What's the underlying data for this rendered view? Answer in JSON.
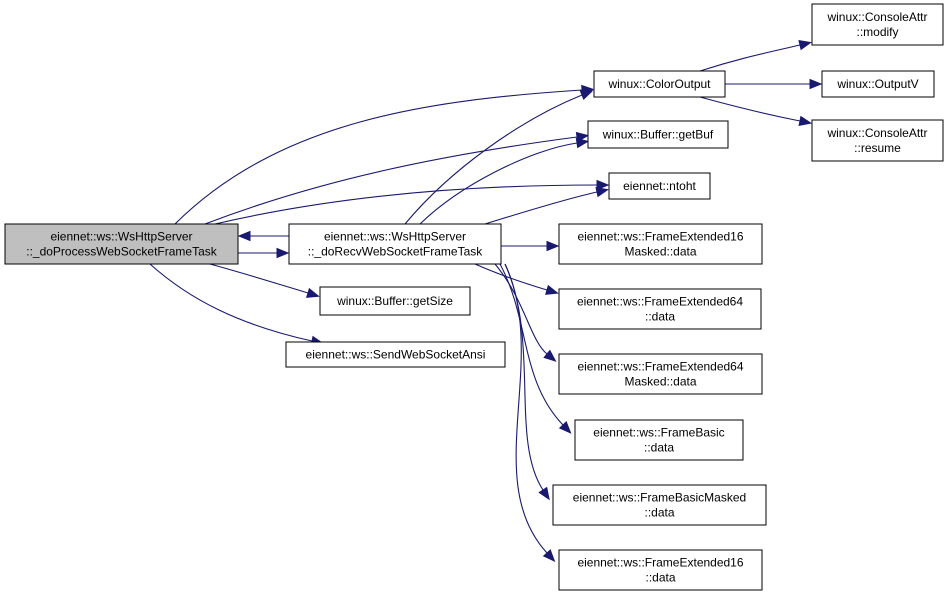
{
  "graph": {
    "node_names": {
      "process_task": [
        "eiennet::ws::WsHttpServer",
        "::_doProcessWebSocketFrameTask"
      ],
      "recv_task": [
        "eiennet::ws::WsHttpServer",
        "::_doRecvWebSocketFrameTask"
      ],
      "color_output": [
        "winux::ColorOutput"
      ],
      "get_buf": [
        "winux::Buffer::getBuf"
      ],
      "ntoht": [
        "eiennet::ntoht"
      ],
      "get_size": [
        "winux::Buffer::getSize"
      ],
      "send_ansi": [
        "eiennet::ws::SendWebSocketAnsi"
      ],
      "console_modify": [
        "winux::ConsoleAttr",
        "::modify"
      ],
      "output_v": [
        "winux::OutputV"
      ],
      "console_resume": [
        "winux::ConsoleAttr",
        "::resume"
      ],
      "fe16m_data": [
        "eiennet::ws::FrameExtended16",
        "Masked::data"
      ],
      "fe64_data": [
        "eiennet::ws::FrameExtended64",
        "::data"
      ],
      "fe64m_data": [
        "eiennet::ws::FrameExtended64",
        "Masked::data"
      ],
      "fb_data": [
        "eiennet::ws::FrameBasic",
        "::data"
      ],
      "fbm_data": [
        "eiennet::ws::FrameBasicMasked",
        "::data"
      ],
      "fe16_data": [
        "eiennet::ws::FrameExtended16",
        "::data"
      ]
    },
    "current_node": "process_task",
    "colors": {
      "edge": "#191970",
      "current_fill": "#bfbfbf",
      "node_fill": "#ffffff",
      "border": "#000000"
    }
  }
}
